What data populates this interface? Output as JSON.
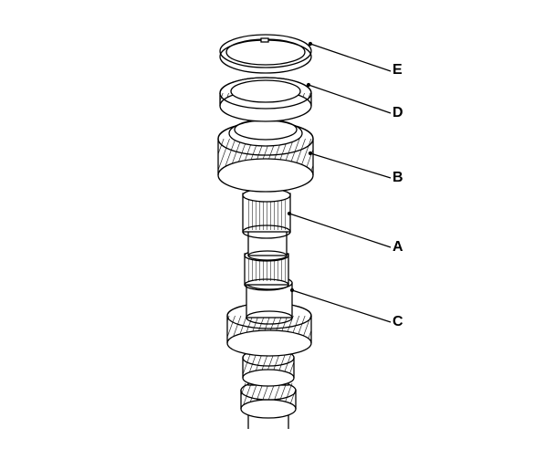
{
  "callouts": {
    "e": "E",
    "d": "D",
    "b": "B",
    "a": "A",
    "c": "C"
  },
  "colors": {
    "line": "#000000",
    "background": "#ffffff"
  }
}
